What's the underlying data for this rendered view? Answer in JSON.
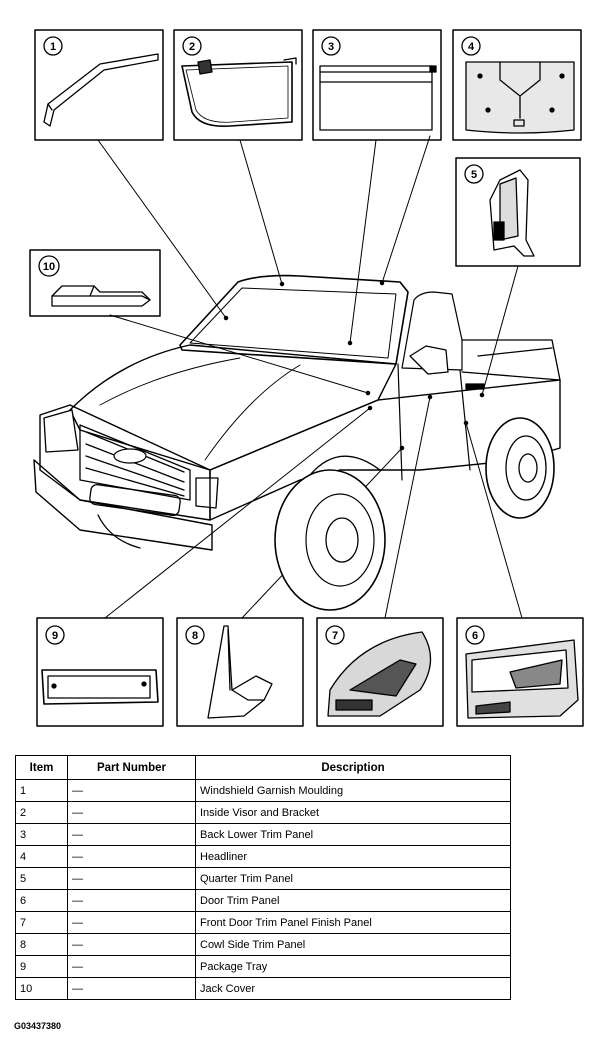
{
  "callouts": [
    {
      "num": "1",
      "name": "windshield-garnish-moulding"
    },
    {
      "num": "2",
      "name": "inside-visor-and-bracket"
    },
    {
      "num": "3",
      "name": "back-lower-trim-panel"
    },
    {
      "num": "4",
      "name": "headliner"
    },
    {
      "num": "5",
      "name": "quarter-trim-panel"
    },
    {
      "num": "6",
      "name": "door-trim-panel"
    },
    {
      "num": "7",
      "name": "front-door-trim-panel-finish-panel"
    },
    {
      "num": "8",
      "name": "cowl-side-trim-panel"
    },
    {
      "num": "9",
      "name": "package-tray"
    },
    {
      "num": "10",
      "name": "jack-cover"
    }
  ],
  "table": {
    "headers": [
      "Item",
      "Part Number",
      "Description"
    ],
    "rows": [
      [
        "1",
        "—",
        "Windshield Garnish Moulding"
      ],
      [
        "2",
        "—",
        "Inside Visor and Bracket"
      ],
      [
        "3",
        "—",
        "Back Lower Trim Panel"
      ],
      [
        "4",
        "—",
        "Headliner"
      ],
      [
        "5",
        "—",
        "Quarter Trim Panel"
      ],
      [
        "6",
        "—",
        "Door Trim Panel"
      ],
      [
        "7",
        "—",
        "Front Door Trim Panel Finish Panel"
      ],
      [
        "8",
        "—",
        "Cowl Side Trim Panel"
      ],
      [
        "9",
        "—",
        "Package Tray"
      ],
      [
        "10",
        "—",
        "Jack Cover"
      ]
    ]
  },
  "figure_code": "G03437380"
}
